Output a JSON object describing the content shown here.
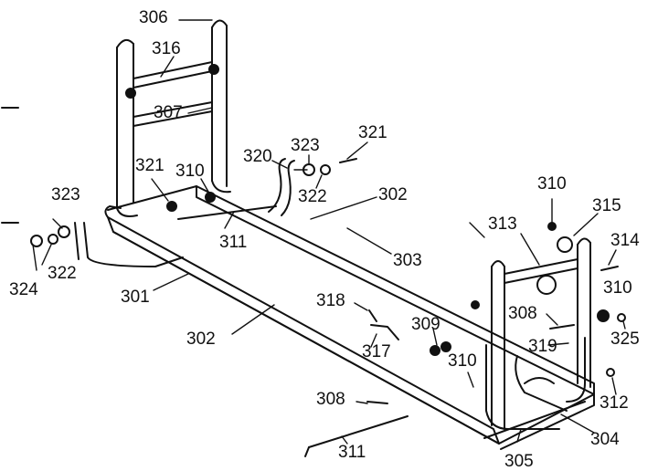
{
  "labels": {
    "p306": "306",
    "p316": "316",
    "p307": "307",
    "p320": "320",
    "p323a": "323",
    "p321a": "321",
    "p321b": "321",
    "p310a": "310",
    "p322a": "322",
    "p302a": "302",
    "p310b": "310",
    "p315": "315",
    "p323b": "323",
    "p313": "313",
    "p314": "314",
    "p311a": "311",
    "p303": "303",
    "p322b": "322",
    "p324": "324",
    "p301": "301",
    "p318": "318",
    "p310c": "310",
    "p308a": "308",
    "p309": "309",
    "p325": "325",
    "p302b": "302",
    "p317": "317",
    "p319": "319",
    "p310d": "310",
    "p312": "312",
    "p308b": "308",
    "p304": "304",
    "p311b": "311",
    "p305": "305"
  }
}
